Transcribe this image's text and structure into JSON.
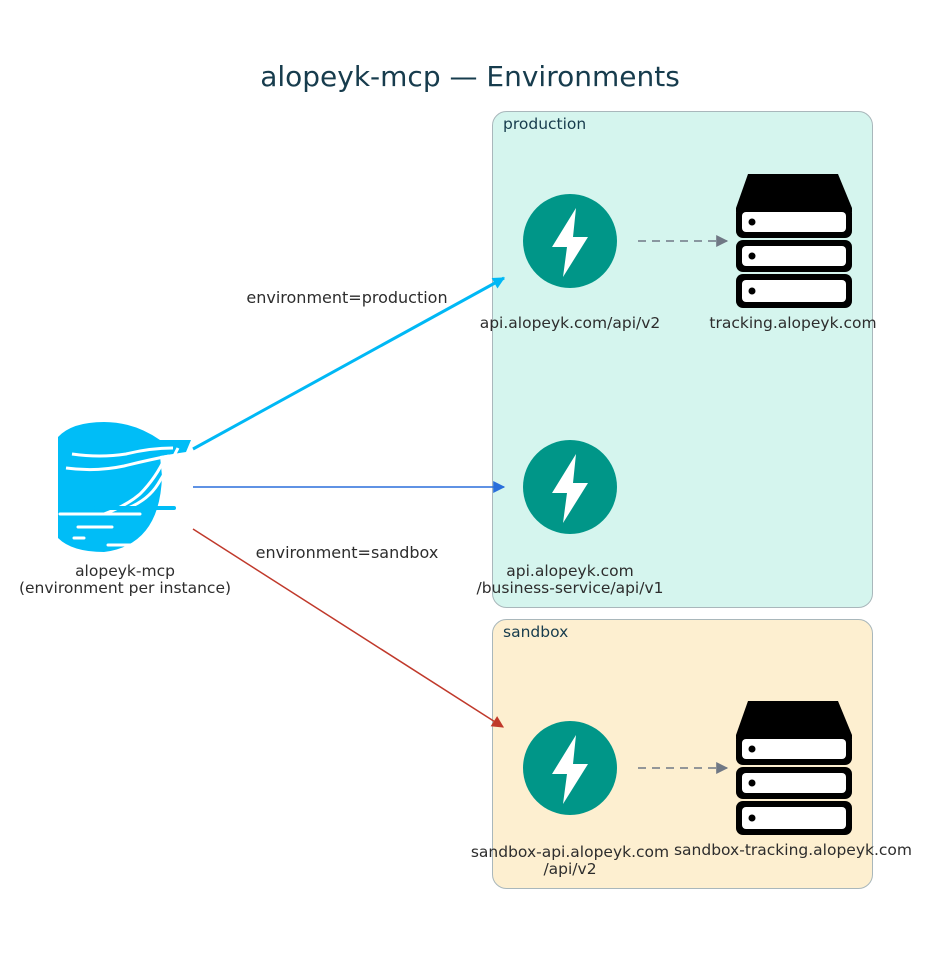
{
  "title": "alopeyk-mcp — Environments",
  "clusters": {
    "production": {
      "label": "production",
      "fill": "#d5f5ee",
      "stroke": "#a9b7bb"
    },
    "sandbox": {
      "label": "sandbox",
      "fill": "#fdefd0",
      "stroke": "#a9b7bb"
    }
  },
  "nodes": {
    "client": {
      "icon": "bird-logo-icon",
      "label_line1": "alopeyk-mcp",
      "label_line2": "(environment per instance)",
      "color": "#00bdf7"
    },
    "prod_api": {
      "icon": "lightning-icon",
      "label": "api.alopeyk.com/api/v2",
      "color": "#009688"
    },
    "prod_tracking": {
      "icon": "server-stack-icon",
      "label": "tracking.alopeyk.com"
    },
    "prod_business": {
      "icon": "lightning-icon",
      "label_line1": "api.alopeyk.com",
      "label_line2": "/business-service/api/v1",
      "color": "#009688"
    },
    "sandbox_api": {
      "icon": "lightning-icon",
      "label_line1": "sandbox-api.alopeyk.com",
      "label_line2": "/api/v2",
      "color": "#009688"
    },
    "sandbox_tracking": {
      "icon": "server-stack-icon",
      "label": "sandbox-tracking.alopeyk.com"
    }
  },
  "edges": {
    "to_prod_api": {
      "label": "environment=production",
      "color": "#00b8f5"
    },
    "to_prod_business": {
      "label": "",
      "color": "#2a6fdb"
    },
    "to_sandbox_api": {
      "label": "environment=sandbox",
      "color": "#c0392b"
    },
    "dashed": {
      "color": "#707885"
    }
  }
}
